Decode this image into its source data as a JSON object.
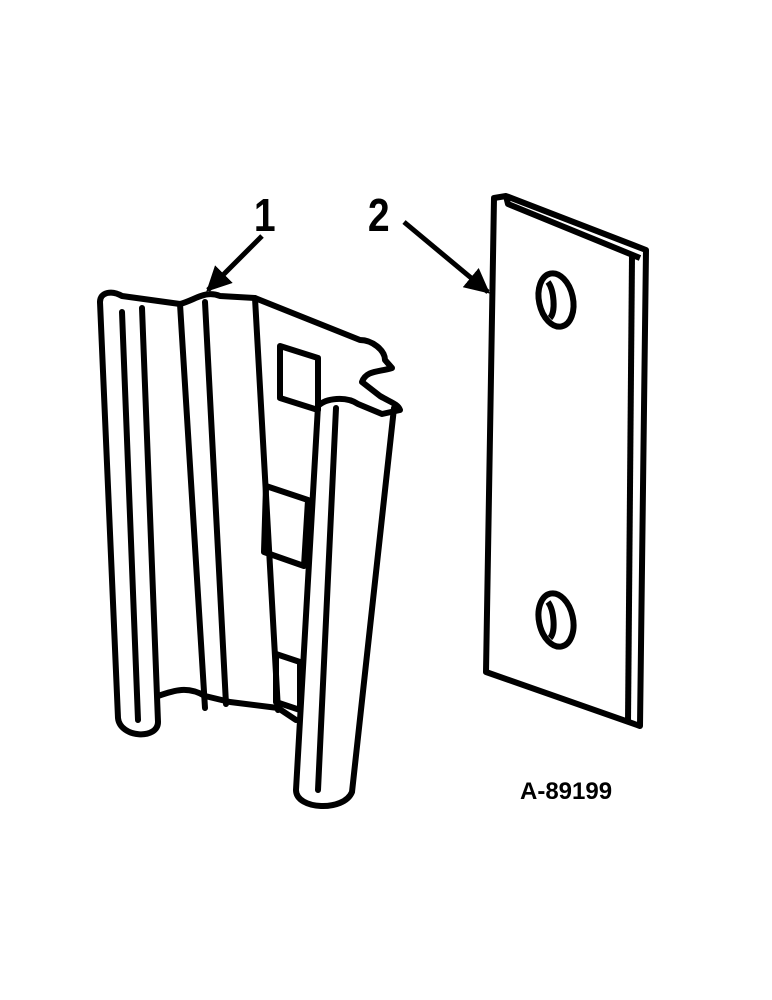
{
  "callouts": [
    {
      "label": "1"
    },
    {
      "label": "2"
    }
  ],
  "figure_code": "A-89199",
  "colors": {
    "ink": "#000000",
    "paper": "#ffffff"
  }
}
